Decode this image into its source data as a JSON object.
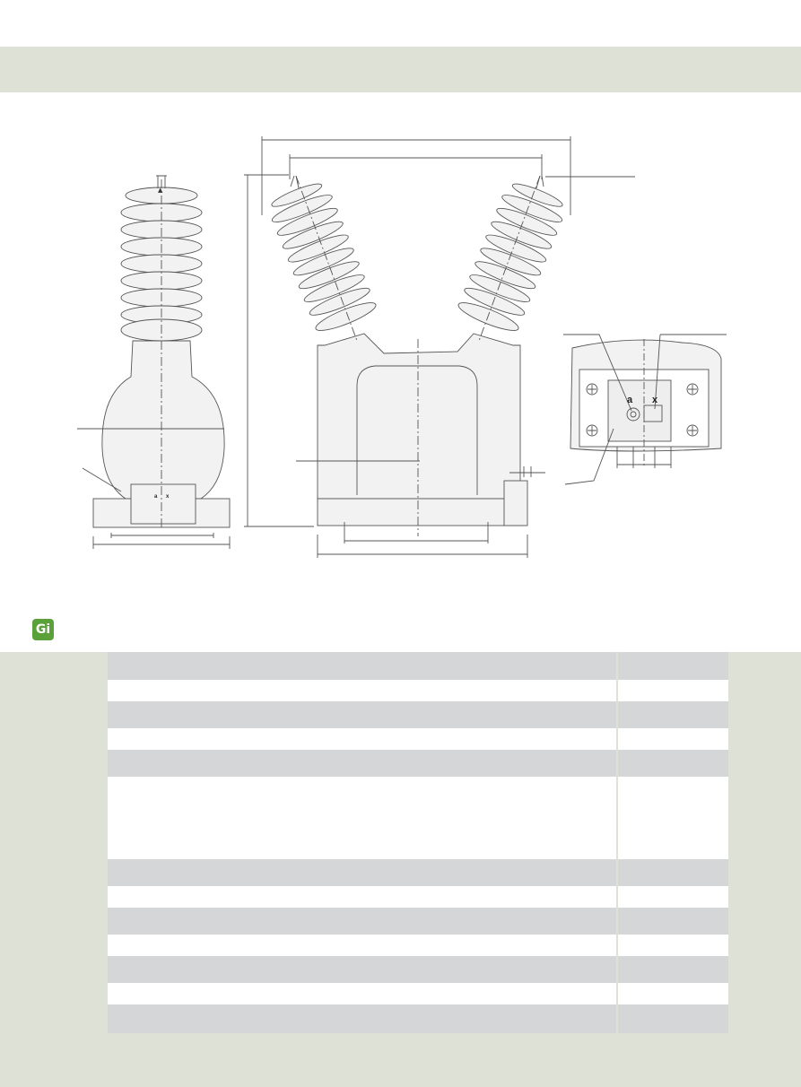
{
  "colors": {
    "band": "#dee2d6",
    "row_shaded": "#d5d6d8",
    "row_plain": "#ffffff",
    "line": "#555555",
    "fill": "#f2f2f2",
    "logo": "#5aa13a"
  },
  "drawing": {
    "secondary_terminal_labels": [
      "a",
      "x"
    ],
    "mark": "▲"
  },
  "logo": {
    "icon": "company-logo-icon",
    "text": "Gi"
  },
  "table": {
    "rows": [
      {
        "shaded": true,
        "height": 31,
        "label": "",
        "value": ""
      },
      {
        "shaded": false,
        "height": 24,
        "label": "",
        "value": ""
      },
      {
        "shaded": true,
        "height": 30,
        "label": "",
        "value": ""
      },
      {
        "shaded": false,
        "height": 24,
        "label": "",
        "value": ""
      },
      {
        "shaded": true,
        "height": 30,
        "label": "",
        "value": ""
      },
      {
        "shaded": false,
        "height": 92,
        "label": "",
        "value": ""
      },
      {
        "shaded": true,
        "height": 30,
        "label": "",
        "value": ""
      },
      {
        "shaded": false,
        "height": 24,
        "label": "",
        "value": ""
      },
      {
        "shaded": true,
        "height": 30,
        "label": "",
        "value": ""
      },
      {
        "shaded": false,
        "height": 24,
        "label": "",
        "value": ""
      },
      {
        "shaded": true,
        "height": 30,
        "label": "",
        "value": ""
      },
      {
        "shaded": false,
        "height": 24,
        "label": "",
        "value": ""
      },
      {
        "shaded": true,
        "height": 32,
        "label": "",
        "value": ""
      }
    ]
  }
}
